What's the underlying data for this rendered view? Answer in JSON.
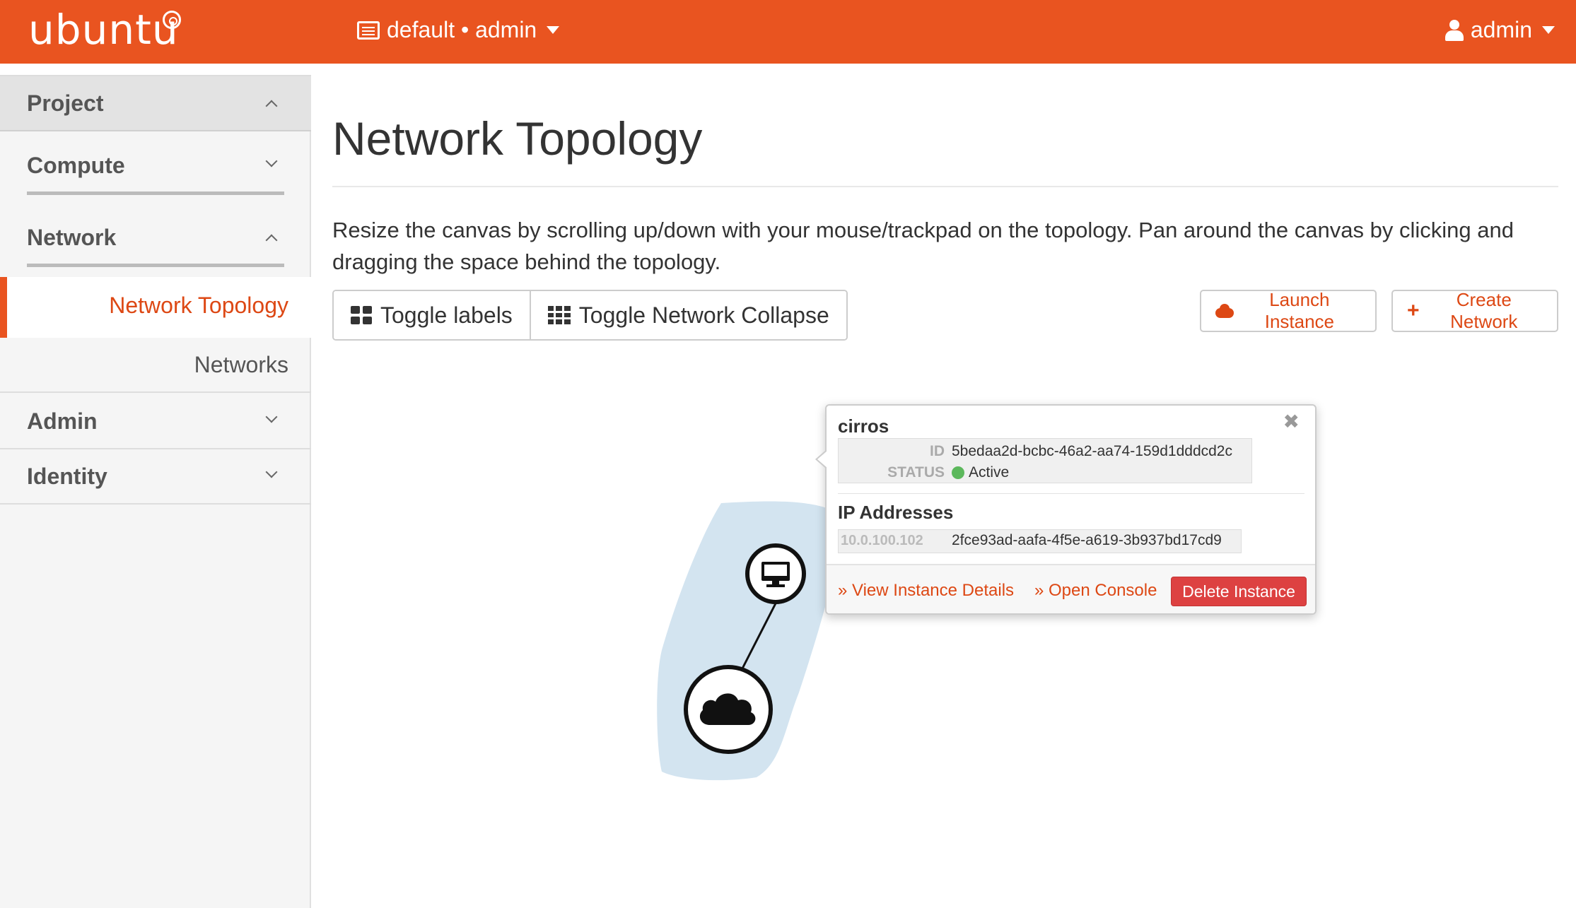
{
  "brand": {
    "name": "ubuntu"
  },
  "header": {
    "context": "default • admin",
    "user": "admin"
  },
  "sidebar": {
    "project": "Project",
    "compute": "Compute",
    "network": "Network",
    "network_items": [
      "Network Topology",
      "Networks"
    ],
    "admin": "Admin",
    "identity": "Identity"
  },
  "main": {
    "title": "Network Topology",
    "help": "Resize the canvas by scrolling up/down with your mouse/trackpad on the topology. Pan around the canvas by clicking and dragging the space behind the topology.",
    "toggle_labels": "Toggle labels",
    "toggle_collapse": "Toggle Network Collapse",
    "launch_instance": "Launch Instance",
    "create_network": "Create Network"
  },
  "popover": {
    "name": "cirros",
    "id_label": "ID",
    "id_value": "5bedaa2d-bcbc-46a2-aa74-159d1dddcd2c",
    "status_label": "STATUS",
    "status_value": "Active",
    "ip_heading": "IP Addresses",
    "ip_address": "10.0.100.102",
    "ip_port": "2fce93ad-aafa-4f5e-a619-3b937bd17cd9",
    "view_details": "» View Instance Details",
    "open_console": "» Open Console",
    "delete": "Delete Instance"
  },
  "colors": {
    "brand_orange": "#e95420",
    "link_orange": "#dd4814",
    "danger_red": "#dd4141",
    "status_green": "#5cb85c",
    "network_blob": "#d3e4f0"
  }
}
